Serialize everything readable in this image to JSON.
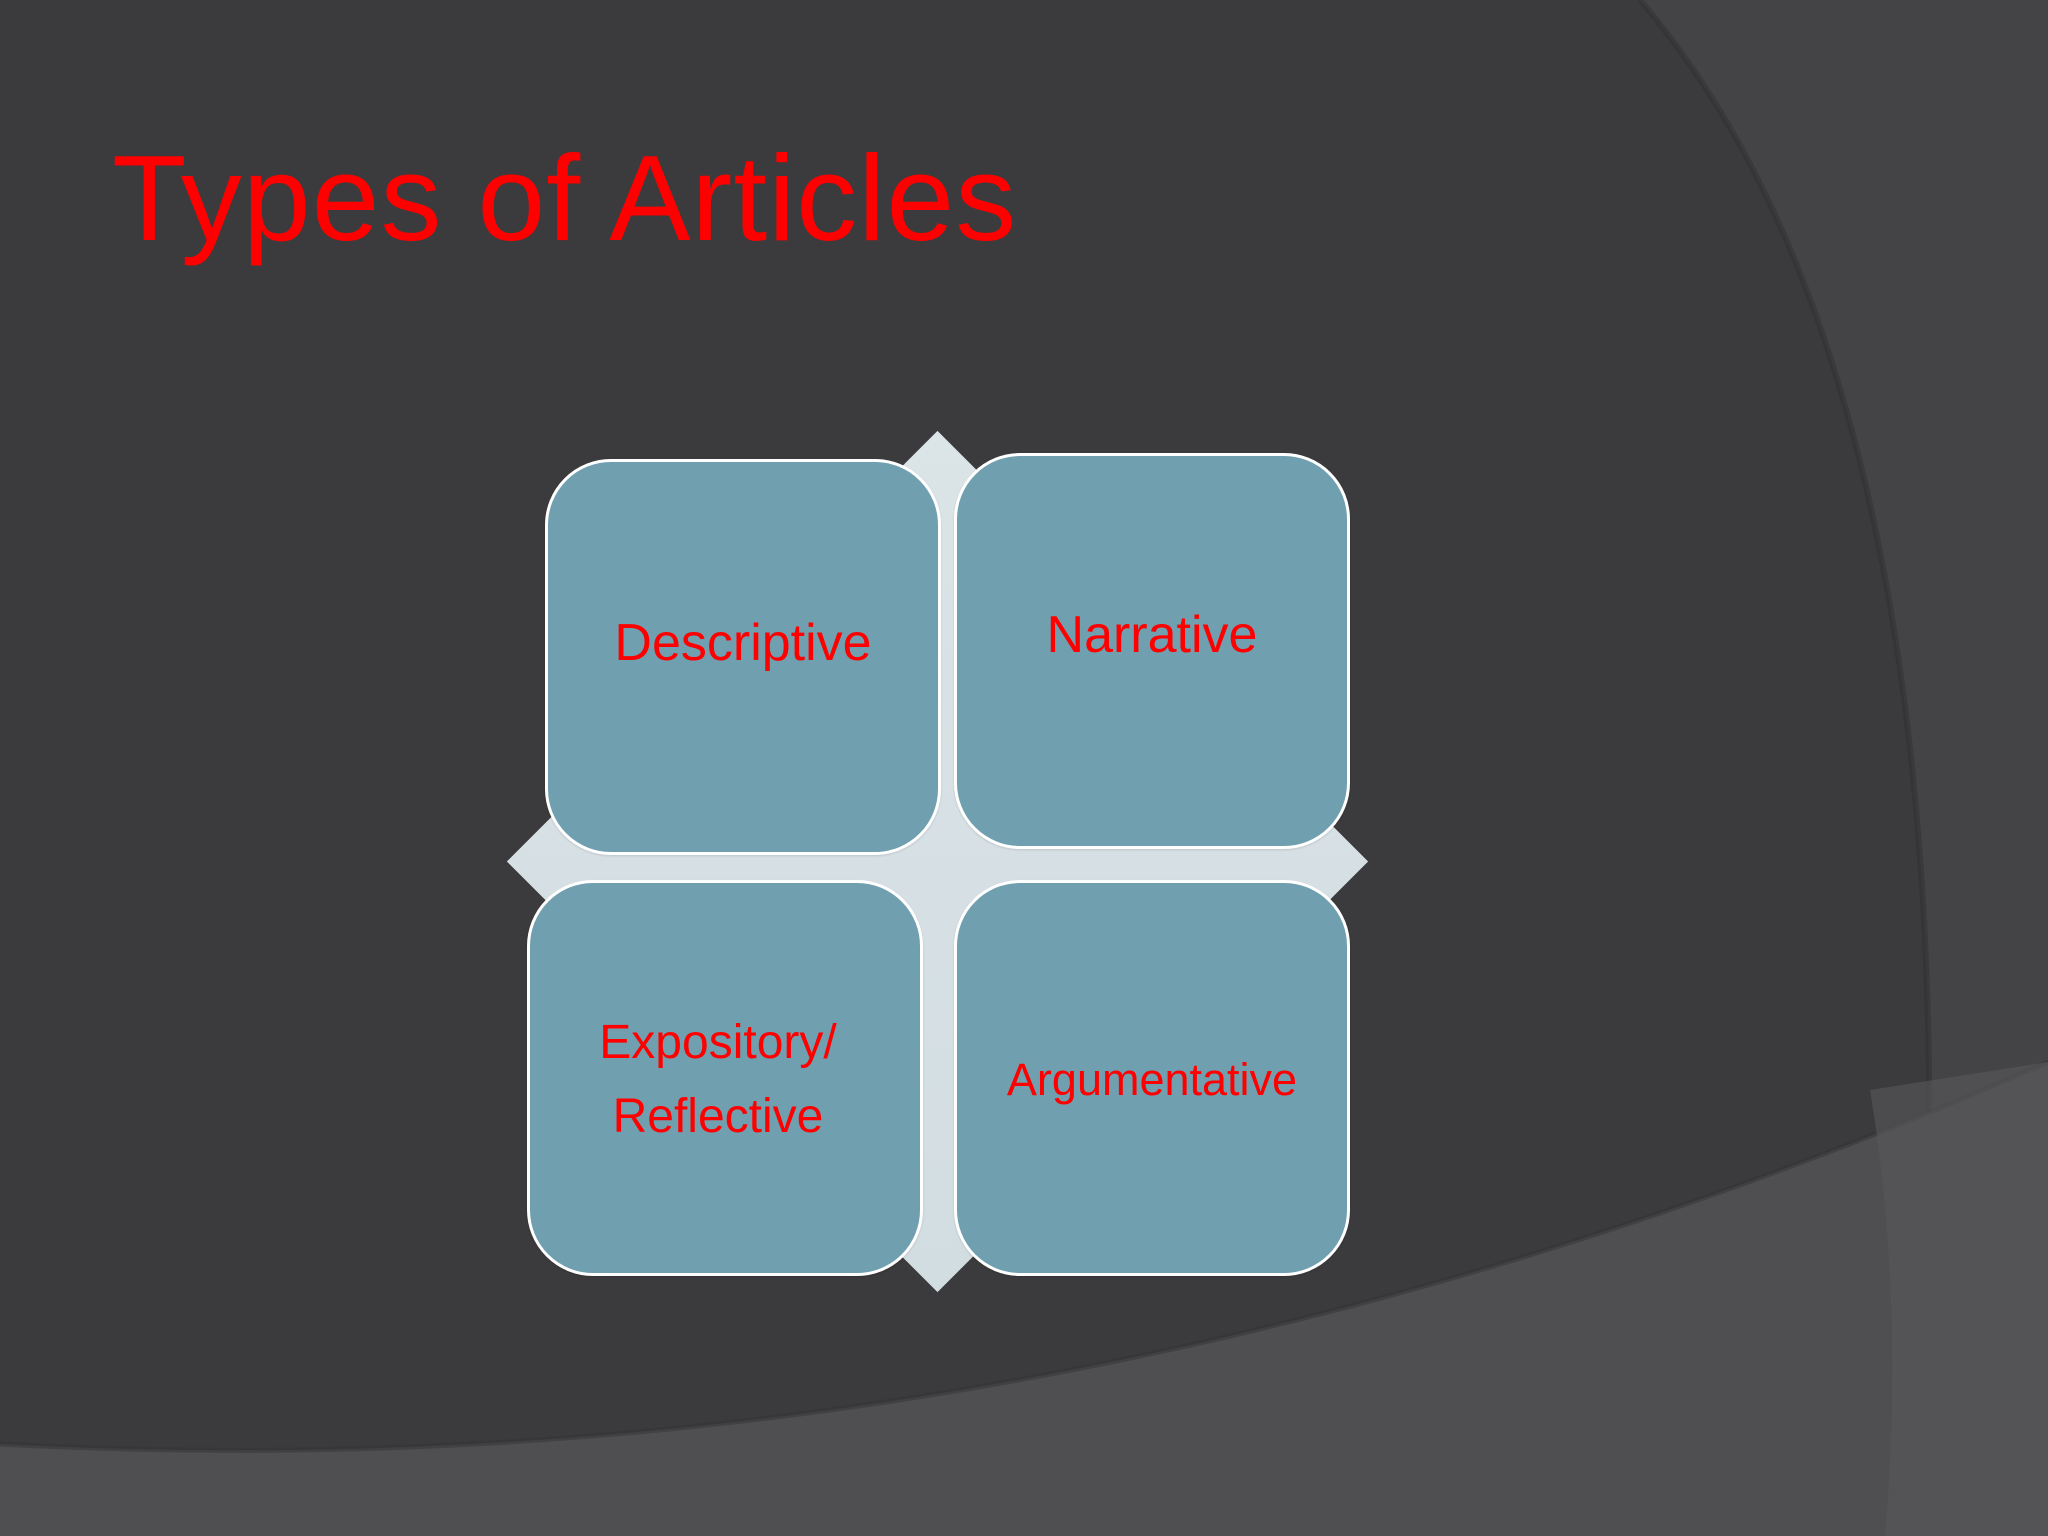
{
  "slide": {
    "title": "Types of Articles"
  },
  "diagram": {
    "items": [
      {
        "label": "Descriptive"
      },
      {
        "label": "Narrative"
      },
      {
        "label": "Expository/\nReflective"
      },
      {
        "label": "Argumentative"
      }
    ]
  },
  "colors": {
    "background": "#3b3a3c",
    "background_band": "#4f4e51",
    "title_text": "#ff0000",
    "box_fill": "#70a0b0",
    "box_border": "#ffffff",
    "diamond_fill": "#d6e0e4",
    "label_text": "#ff0000"
  }
}
